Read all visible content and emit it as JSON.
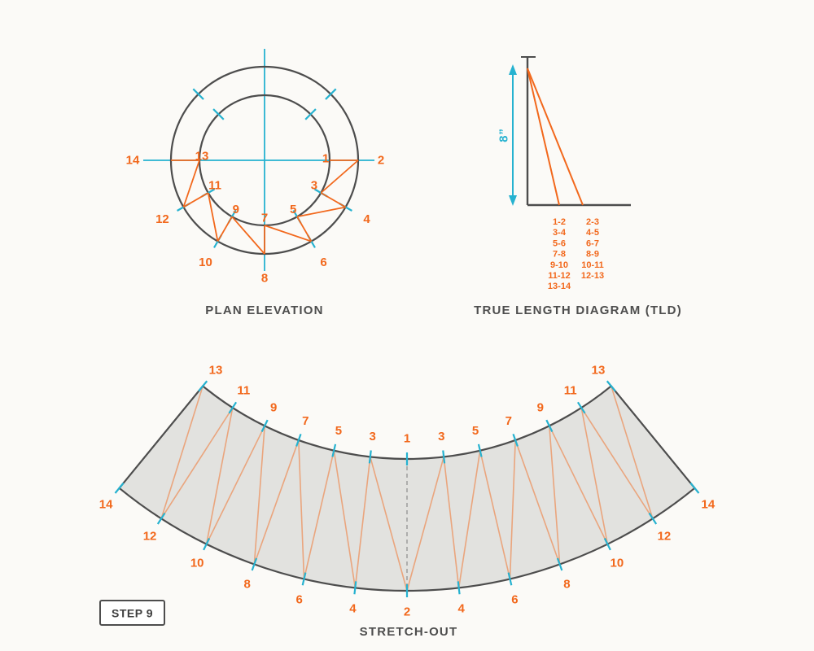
{
  "colors": {
    "cyan": "#26b2d0",
    "orange": "#f2681c",
    "dark": "#4d4d4d",
    "band_fill": "#e2e2df",
    "background": "#fbfaf7"
  },
  "plan": {
    "title": "PLAN ELEVATION",
    "inner_labels": [
      "1",
      "3",
      "5",
      "7",
      "9",
      "11",
      "13"
    ],
    "outer_labels": [
      "2",
      "4",
      "6",
      "8",
      "10",
      "12",
      "14"
    ]
  },
  "tld": {
    "title": "TRUE LENGTH DIAGRAM (TLD)",
    "height_label": "8”",
    "left_column": [
      "1-2",
      "3-4",
      "5-6",
      "7-8",
      "9-10",
      "11-12",
      "13-14"
    ],
    "right_column": [
      "2-3",
      "4-5",
      "6-7",
      "8-9",
      "10-11",
      "12-13"
    ]
  },
  "stretchout": {
    "title": "STRETCH-OUT",
    "top_labels": [
      "13",
      "11",
      "9",
      "7",
      "5",
      "3",
      "1",
      "3",
      "5",
      "7",
      "9",
      "11",
      "13"
    ],
    "bottom_labels": [
      "14",
      "12",
      "10",
      "8",
      "6",
      "4",
      "2",
      "4",
      "6",
      "8",
      "10",
      "12",
      "14"
    ]
  },
  "step_badge": "STEP 9"
}
